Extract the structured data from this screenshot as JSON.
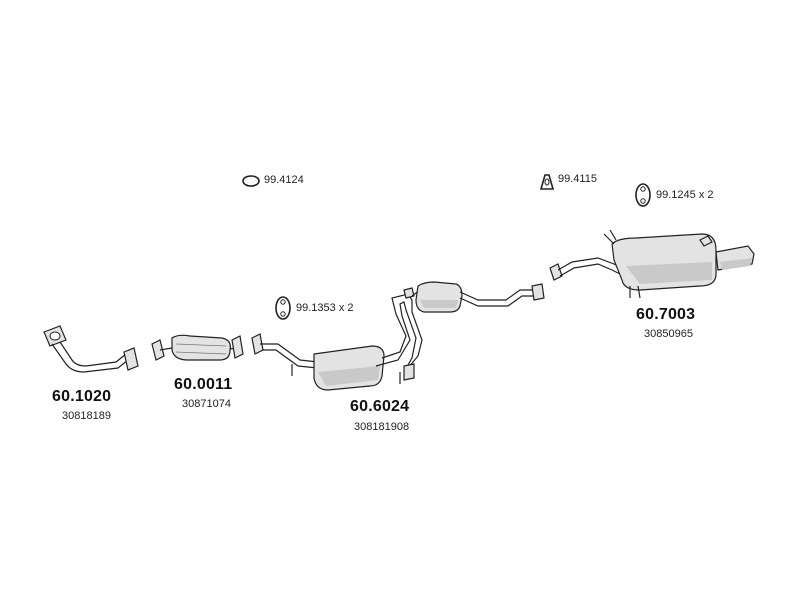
{
  "parts": [
    {
      "id": "front-pipe",
      "number": "60.1020",
      "ref": "30818189"
    },
    {
      "id": "catalyst",
      "number": "60.0011",
      "ref": "30871074"
    },
    {
      "id": "middle-silencer",
      "number": "60.6024",
      "ref": "308181908"
    },
    {
      "id": "rear-silencer",
      "number": "60.7003",
      "ref": "30850965"
    }
  ],
  "accessories": [
    {
      "id": "ring",
      "label": "99.4124",
      "icon": "ring-icon"
    },
    {
      "id": "hanger-a",
      "label": "99.4115",
      "icon": "rubber-hanger-icon"
    },
    {
      "id": "hanger-b",
      "label": "99.1245 x 2",
      "icon": "rubber-mount-icon"
    },
    {
      "id": "hanger-c",
      "label": "99.1353 x 2",
      "icon": "rubber-mount-icon"
    }
  ]
}
